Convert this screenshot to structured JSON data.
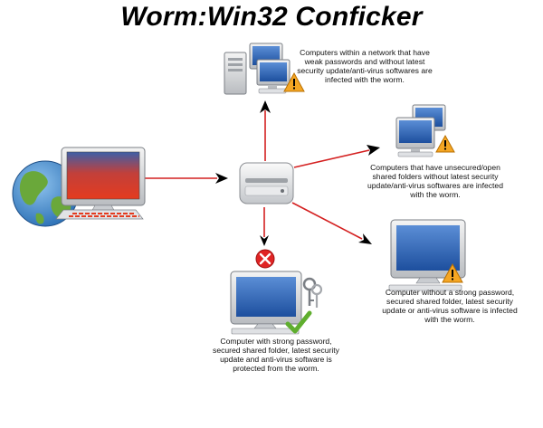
{
  "title": "Worm:Win32 Conficker",
  "captions": {
    "network_weak": [
      "Computers within a network that have",
      "weak passwords and without latest",
      "security update/anti-virus softwares are",
      "infected with the worm."
    ],
    "unsecured_folders": [
      "Computers that have unsecured/open",
      "shared folders without latest security",
      "update/anti-virus softwares are infected",
      "with the worm."
    ],
    "no_strong_password": [
      "Computer without a strong password,",
      "secured shared folder, latest security",
      "update or anti-virus software is infected",
      "with the worm."
    ],
    "protected": [
      "Computer with strong password,",
      "secured shared folder, latest security",
      "update and anti-virus software is",
      "protected from the worm."
    ]
  },
  "colors": {
    "arrow": "#d42020",
    "arrow_head": "#000000",
    "warning": "#f5a623",
    "blocked": "#e02424",
    "safe": "#5fae2e",
    "screen_blue": "#2a5fb0",
    "screen_infected": "#d83a2a"
  },
  "icons": {
    "infected_source": "infected-computer-globe-icon",
    "removable_drive": "usb-drive-icon",
    "warning": "warning-icon",
    "blocked": "blocked-x-icon",
    "check": "check-mark-icon",
    "keys": "keys-icon"
  }
}
